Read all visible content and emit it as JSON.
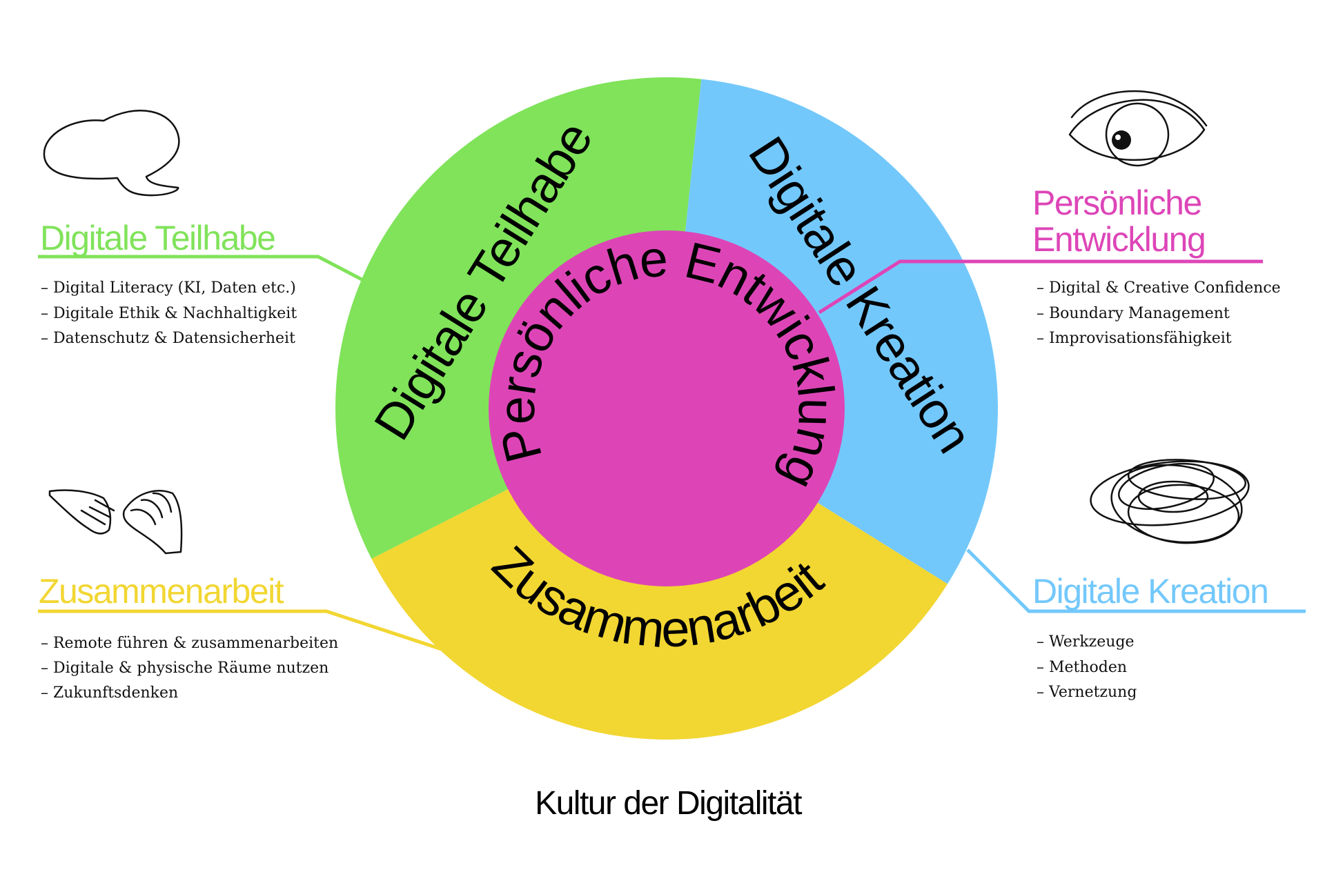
{
  "colors": {
    "teilhabe": "#80E35A",
    "kreation": "#73C8FB",
    "zusammenarbeit": "#F2D632",
    "entwicklung": "#DD45B7"
  },
  "wheel": {
    "outer": {
      "teilhabe": "Digitale Teilhabe",
      "kreation": "Digitale Kreation",
      "zusammenarbeit": "Zusammenarbeit"
    },
    "inner": "Persönliche Entwicklung"
  },
  "sections": {
    "teilhabe": {
      "title": "Digitale Teilhabe",
      "icon": "speech-bubble-icon",
      "items": [
        "– Digital Literacy (KI, Daten etc.)",
        "– Digitale Ethik & Nachhaltigkeit",
        "– Datenschutz & Datensicherheit"
      ]
    },
    "zusammenarbeit": {
      "title": "Zusammenarbeit",
      "icon": "hands-icon",
      "items": [
        "– Remote führen & zusammenarbeiten",
        "– Digitale & physische Räume nutzen",
        "– Zukunftsdenken"
      ]
    },
    "entwicklung": {
      "title_line1": "Persönliche",
      "title_line2": "Entwicklung",
      "icon": "eye-icon",
      "items": [
        "– Digital & Creative Confidence",
        "– Boundary Management",
        "– Improvisationsfähigkeit"
      ]
    },
    "kreation": {
      "title": "Digitale Kreation",
      "icon": "scribble-icon",
      "items": [
        "– Werkzeuge",
        "– Methoden",
        "– Vernetzung"
      ]
    }
  },
  "footer": {
    "title": "Kultur der Digitalität"
  }
}
